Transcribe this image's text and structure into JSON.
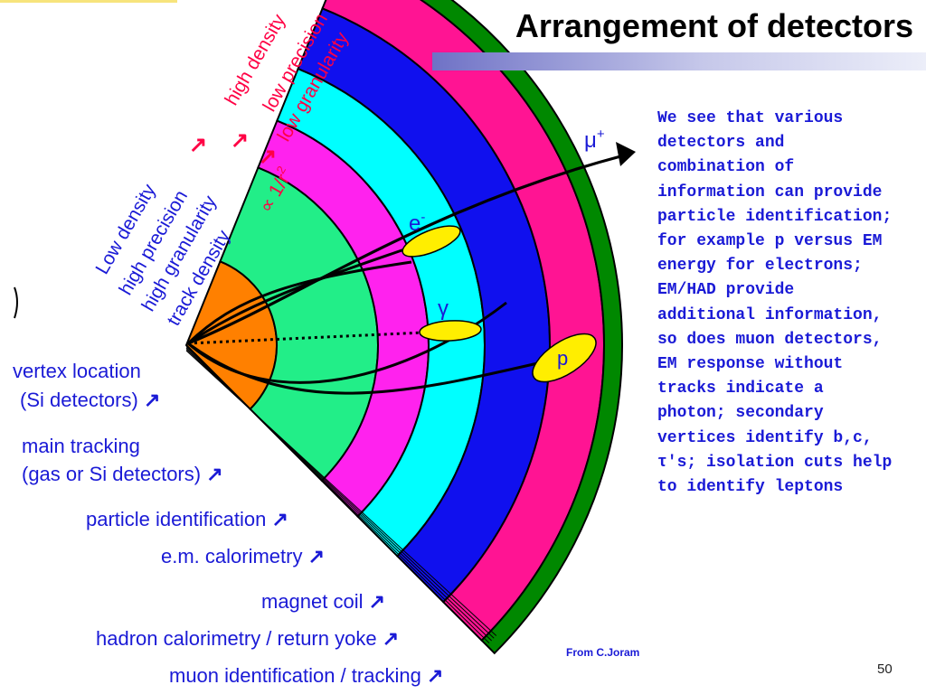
{
  "slide": {
    "title": "Arrangement of  detectors",
    "paragraph": "We see that various detectors and combination of information can provide particle identification; for example p versus EM energy for electrons; EM/HAD provide additional information, so does muon detectors, EM response without tracks indicate a photon; secondary vertices identify b,c, τ's; isolation cuts help to identify leptons",
    "credit": "From C.Joram",
    "page_number": "50"
  },
  "diagram": {
    "left_rotated": [
      "Low density",
      "high precision",
      "high granularity",
      "track density"
    ],
    "top_rotated": [
      "high density",
      "low precision",
      "low granularity"
    ],
    "scaling": "∝ 1/r",
    "scaling_exp": "2",
    "particles": {
      "electron": "e",
      "electron_sup": "-",
      "photon": "γ",
      "proton": "p",
      "muon": "μ",
      "muon_sup": "+"
    },
    "layer_colors": [
      "#ff8000",
      "#22ee88",
      "#ff22ee",
      "#00ffff",
      "#1010ee",
      "#ff1493",
      "#008800"
    ],
    "layer_labels": [
      {
        "line1": "vertex location",
        "line2": "(Si detectors)"
      },
      {
        "line1": "main tracking",
        "line2": "(gas or Si detectors)"
      },
      {
        "line1": "particle identification"
      },
      {
        "line1": "e.m. calorimetry"
      },
      {
        "line1": "magnet coil"
      },
      {
        "line1": "hadron calorimetry / return yoke"
      },
      {
        "line1": "muon identification / tracking"
      }
    ],
    "arrow_glyph": "↗"
  }
}
